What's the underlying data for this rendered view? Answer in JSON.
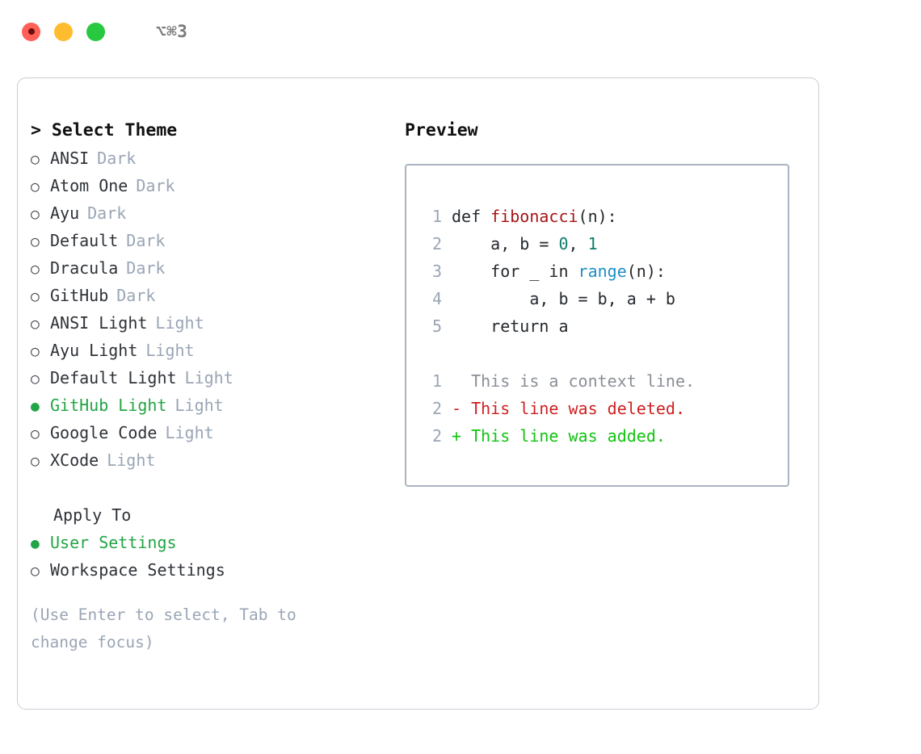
{
  "titlebar": {
    "shortcut": "⌥⌘3",
    "lights": [
      "close",
      "minimize",
      "zoom"
    ]
  },
  "theme_list": {
    "header": "> Select Theme",
    "header_marker": ">",
    "selected_marker": "●",
    "unselected_marker": "○",
    "items": [
      {
        "marker": "○",
        "name": "ANSI",
        "tag": "Dark",
        "selected": false
      },
      {
        "marker": "○",
        "name": "Atom One",
        "tag": "Dark",
        "selected": false
      },
      {
        "marker": "○",
        "name": "Ayu",
        "tag": "Dark",
        "selected": false
      },
      {
        "marker": "○",
        "name": "Default",
        "tag": "Dark",
        "selected": false
      },
      {
        "marker": "○",
        "name": "Dracula",
        "tag": "Dark",
        "selected": false
      },
      {
        "marker": "○",
        "name": "GitHub",
        "tag": "Dark",
        "selected": false
      },
      {
        "marker": "○",
        "name": "ANSI Light",
        "tag": "Light",
        "selected": false
      },
      {
        "marker": "○",
        "name": "Ayu Light",
        "tag": "Light",
        "selected": false
      },
      {
        "marker": "○",
        "name": "Default Light",
        "tag": "Light",
        "selected": false
      },
      {
        "marker": "●",
        "name": "GitHub Light",
        "tag": "Light",
        "selected": true
      },
      {
        "marker": "○",
        "name": "Google Code",
        "tag": "Light",
        "selected": false
      },
      {
        "marker": "○",
        "name": "XCode",
        "tag": "Light",
        "selected": false
      }
    ]
  },
  "apply_to": {
    "header": "Apply To",
    "items": [
      {
        "marker": "●",
        "label": "User Settings",
        "selected": true
      },
      {
        "marker": "○",
        "label": "Workspace Settings",
        "selected": false
      }
    ]
  },
  "hint": "(Use Enter to select, Tab to change focus)",
  "preview": {
    "header": "Preview",
    "code": [
      {
        "num": "1",
        "parts": [
          {
            "text": "def ",
            "cls": "code-text"
          },
          {
            "text": "fibonacci",
            "cls": "tok-func"
          },
          {
            "text": "(n):",
            "cls": "code-text"
          }
        ]
      },
      {
        "num": "2",
        "parts": [
          {
            "text": "    a, b = ",
            "cls": "code-text"
          },
          {
            "text": "0",
            "cls": "tok-num"
          },
          {
            "text": ", ",
            "cls": "code-text"
          },
          {
            "text": "1",
            "cls": "tok-num"
          }
        ]
      },
      {
        "num": "3",
        "parts": [
          {
            "text": "    for _ in ",
            "cls": "code-text"
          },
          {
            "text": "range",
            "cls": "tok-call"
          },
          {
            "text": "(n):",
            "cls": "code-text"
          }
        ]
      },
      {
        "num": "4",
        "parts": [
          {
            "text": "        a, b = b, a + b",
            "cls": "code-text"
          }
        ]
      },
      {
        "num": "5",
        "parts": [
          {
            "text": "    return a",
            "cls": "code-text"
          }
        ]
      }
    ],
    "diff": [
      {
        "num": "1",
        "text": "  This is a context line.",
        "cls": "diff-ctx"
      },
      {
        "num": "2",
        "text": "- This line was deleted.",
        "cls": "diff-del"
      },
      {
        "num": "2",
        "text": "+ This line was added.",
        "cls": "diff-add"
      }
    ]
  },
  "colors": {
    "accent_green": "#22a545",
    "tag_gray": "#9aa5b5",
    "diff_add": "#12c312",
    "diff_del": "#cf2020",
    "func": "#a31515",
    "number": "#0b7b6b",
    "call": "#1f8fc4",
    "light_red": "#ff5f57",
    "light_yellow": "#febc2e",
    "light_green": "#28c840"
  }
}
